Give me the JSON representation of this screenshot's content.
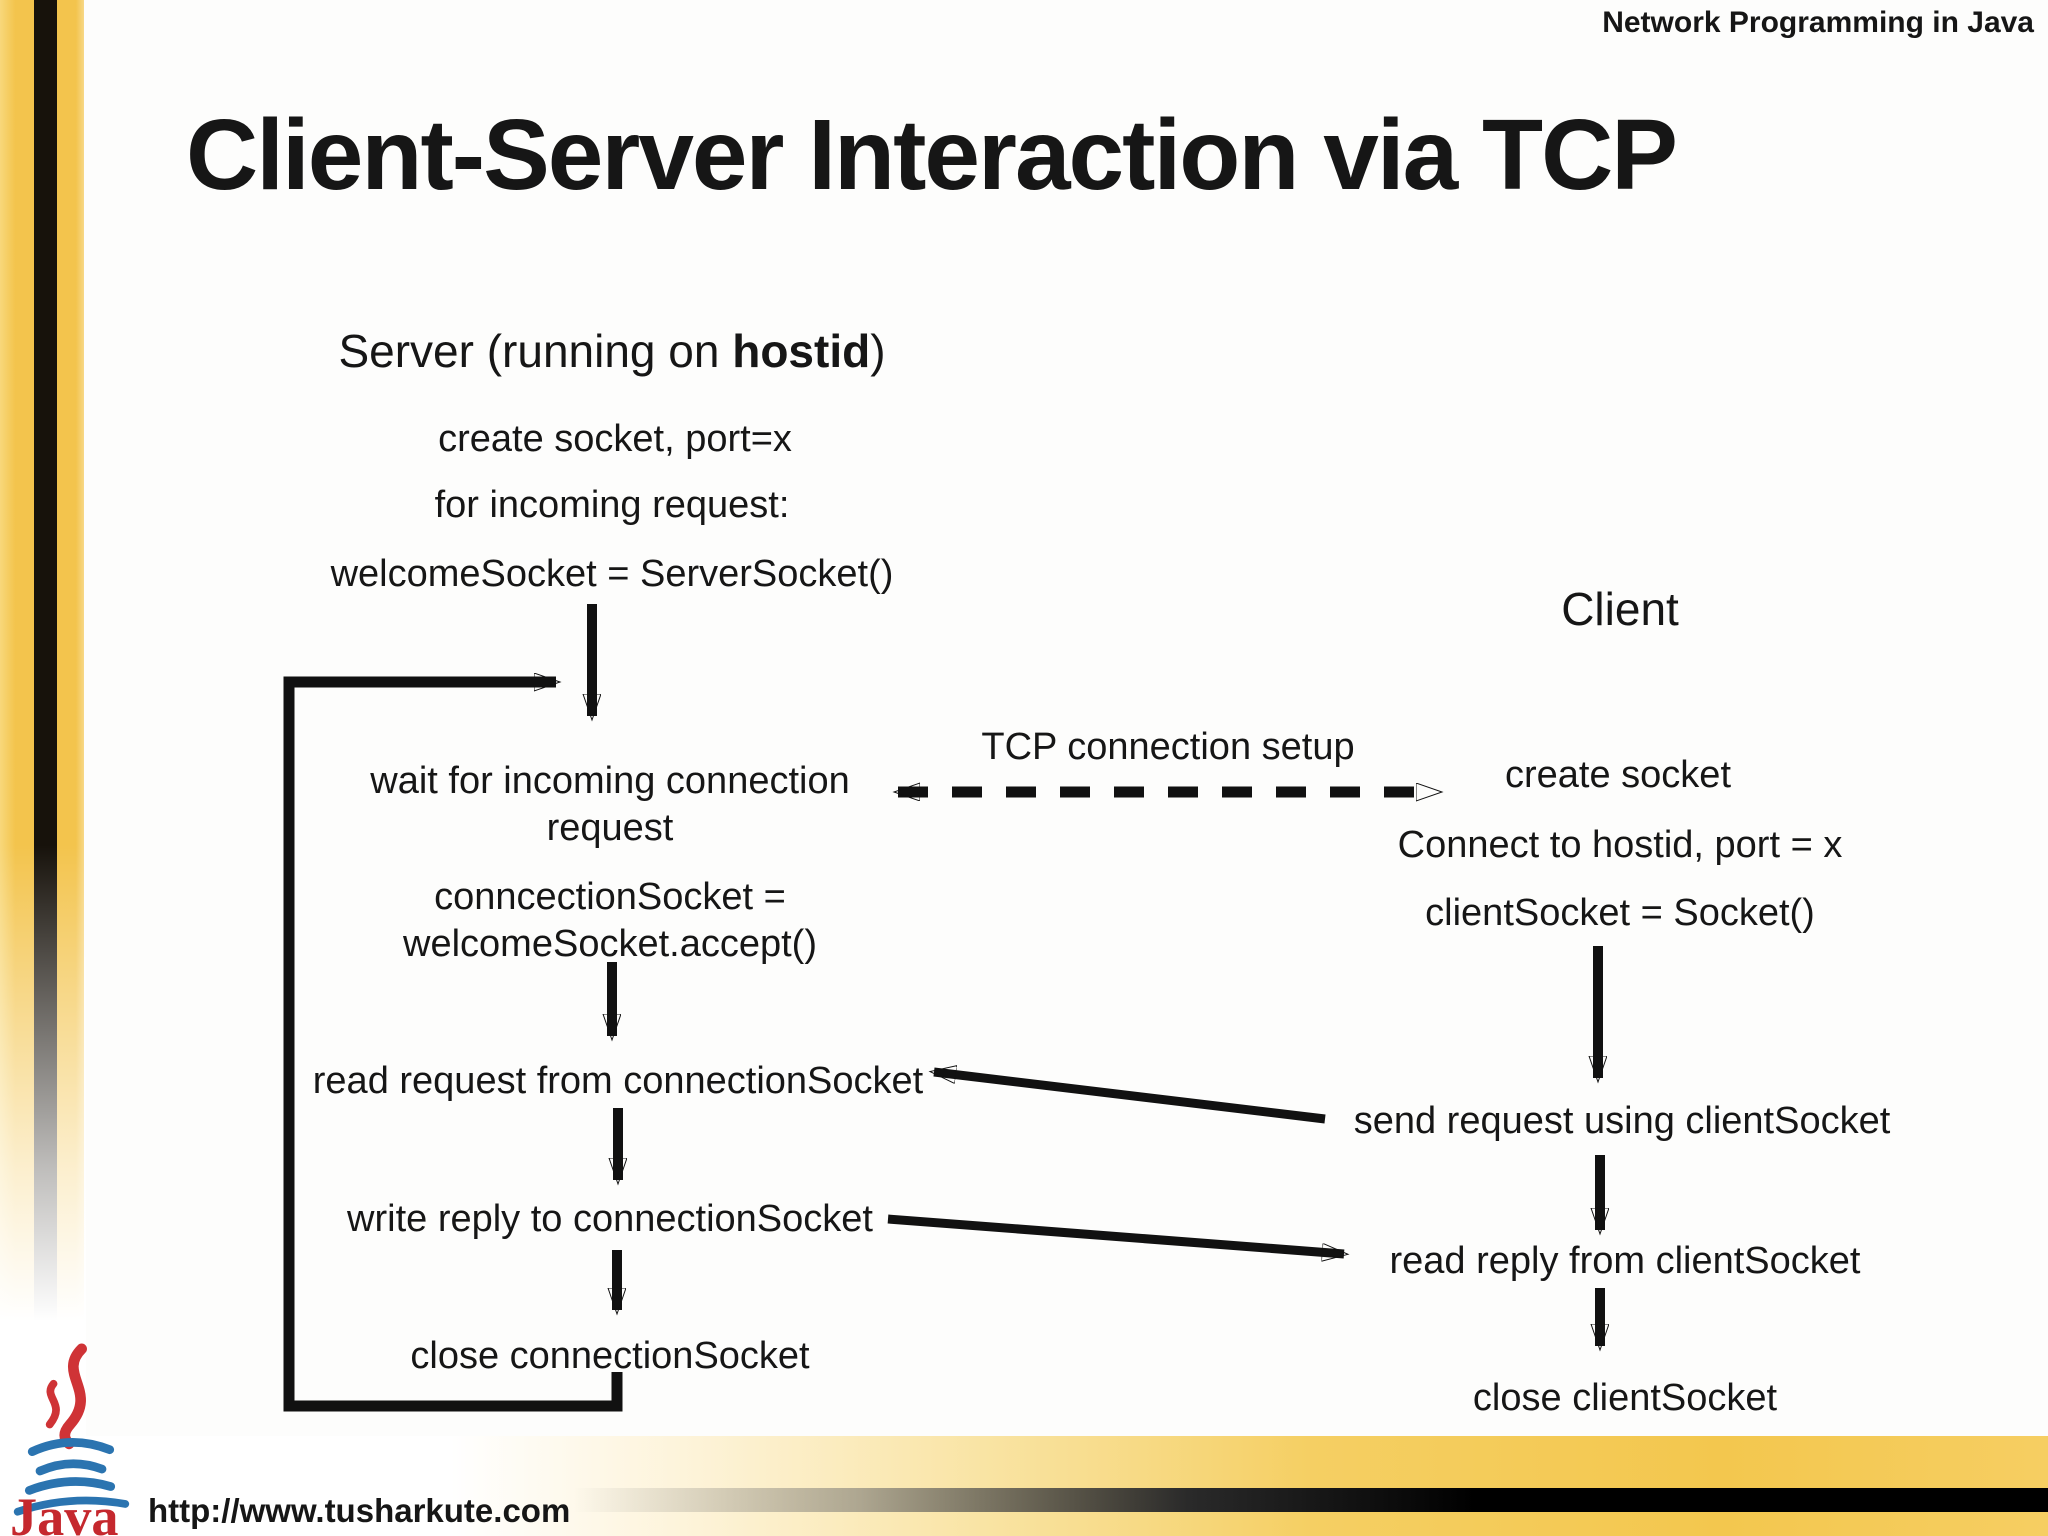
{
  "slide": {
    "header": "Network Programming in Java",
    "title": "Client-Server Interaction via TCP",
    "footer": {
      "url": "http://www.tusharkute.com",
      "logo_text": "Java"
    }
  },
  "server": {
    "heading_prefix": "Server (running on ",
    "heading_bold": "hostid",
    "heading_suffix": ")",
    "create_socket": "create socket, port=x",
    "for_incoming": "for incoming request:",
    "welcome_socket": "welcomeSocket = ServerSocket()",
    "wait_line1": "wait for incoming connection",
    "wait_line2": "request",
    "accept_line1": "conncectionSocket =",
    "accept_line2": "welcomeSocket.accept()",
    "read_request": "read request from connectionSocket",
    "write_reply": "write reply to connectionSocket",
    "close": "close connectionSocket"
  },
  "client": {
    "heading": "Client",
    "create_socket": "create socket",
    "connect": "Connect to hostid, port = x",
    "client_socket": "clientSocket = Socket()",
    "send_request": "send request using clientSocket",
    "read_reply": "read reply from clientSocket",
    "close": "close clientSocket"
  },
  "connection": {
    "tcp_label": "TCP connection setup"
  },
  "colors": {
    "gold": "#f3c44d",
    "bar_black": "#17120b",
    "arrow_black": "#111111",
    "java_red": "#cb3438",
    "java_blue": "#2b74b0",
    "text": "#161616"
  }
}
